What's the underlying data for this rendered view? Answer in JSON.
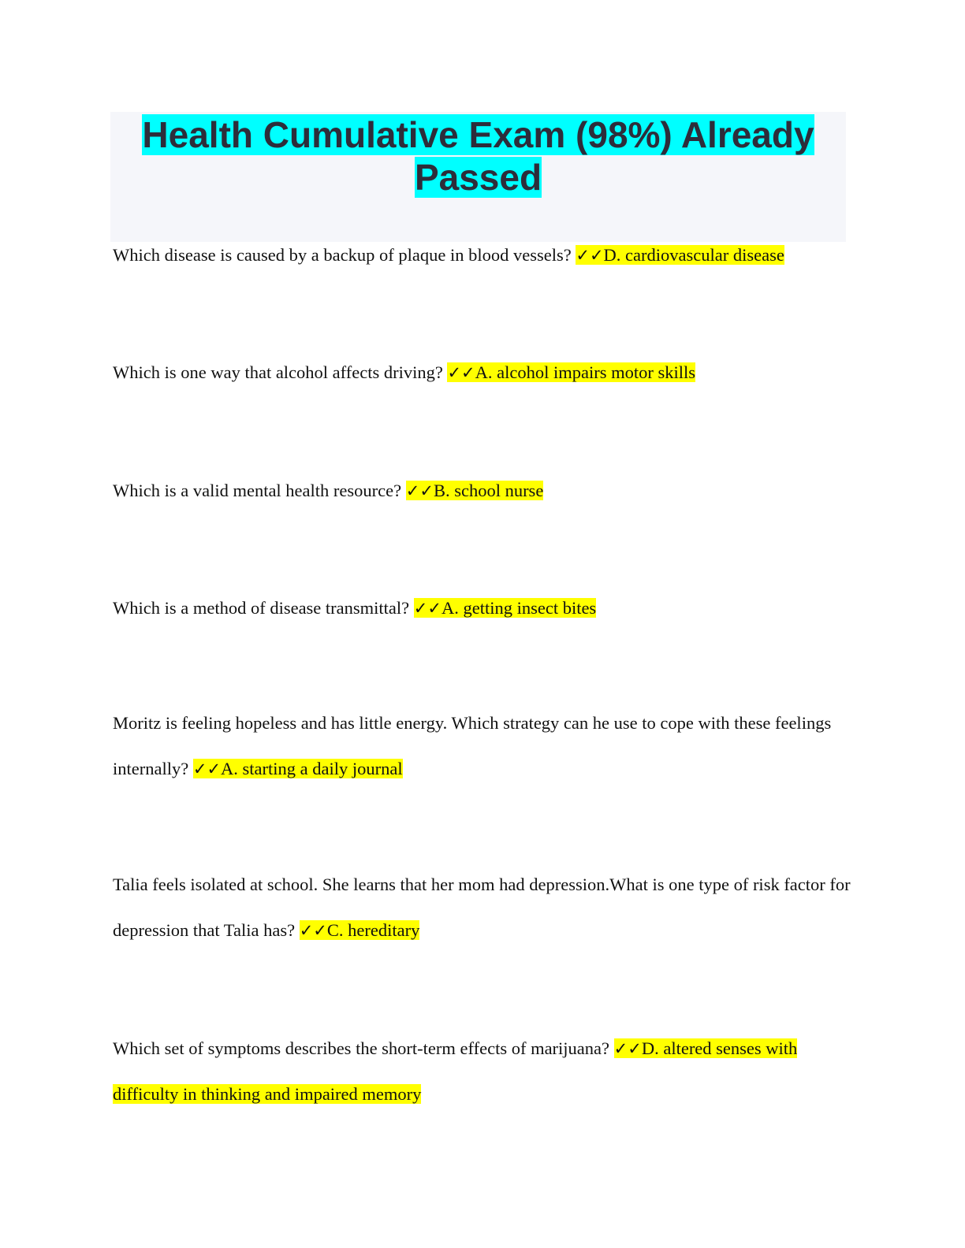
{
  "document": {
    "title": "Health Cumulative Exam (98%) Already Passed",
    "check_mark": "✓✓",
    "items": [
      {
        "question": "Which disease is caused by a backup of plaque in blood vessels?",
        "answer": "D. cardiovascular disease"
      },
      {
        "question": "Which is one way that alcohol affects driving?",
        "answer": "A. alcohol impairs motor skills"
      },
      {
        "question": "Which is a valid mental health resource?",
        "answer": "B. school nurse"
      },
      {
        "question": "Which is a method of disease transmittal?",
        "answer": "A. getting insect bites"
      },
      {
        "question": "Moritz is feeling hopeless and has little energy. Which strategy can he use to cope with these feelings internally?",
        "answer": "A. starting a daily journal"
      },
      {
        "question": "Talia feels isolated at school. She learns that her mom had depression.What is one type of risk factor for depression that Talia has?",
        "answer": "C. hereditary"
      },
      {
        "question": "Which set of symptoms describes the short-term effects of marijuana?",
        "answer": "D. altered senses with difficulty in thinking and impaired memory"
      }
    ],
    "colors": {
      "title_highlight": "#00ffff",
      "answer_highlight": "#ffff00",
      "title_box": "#f5f6fa"
    }
  }
}
